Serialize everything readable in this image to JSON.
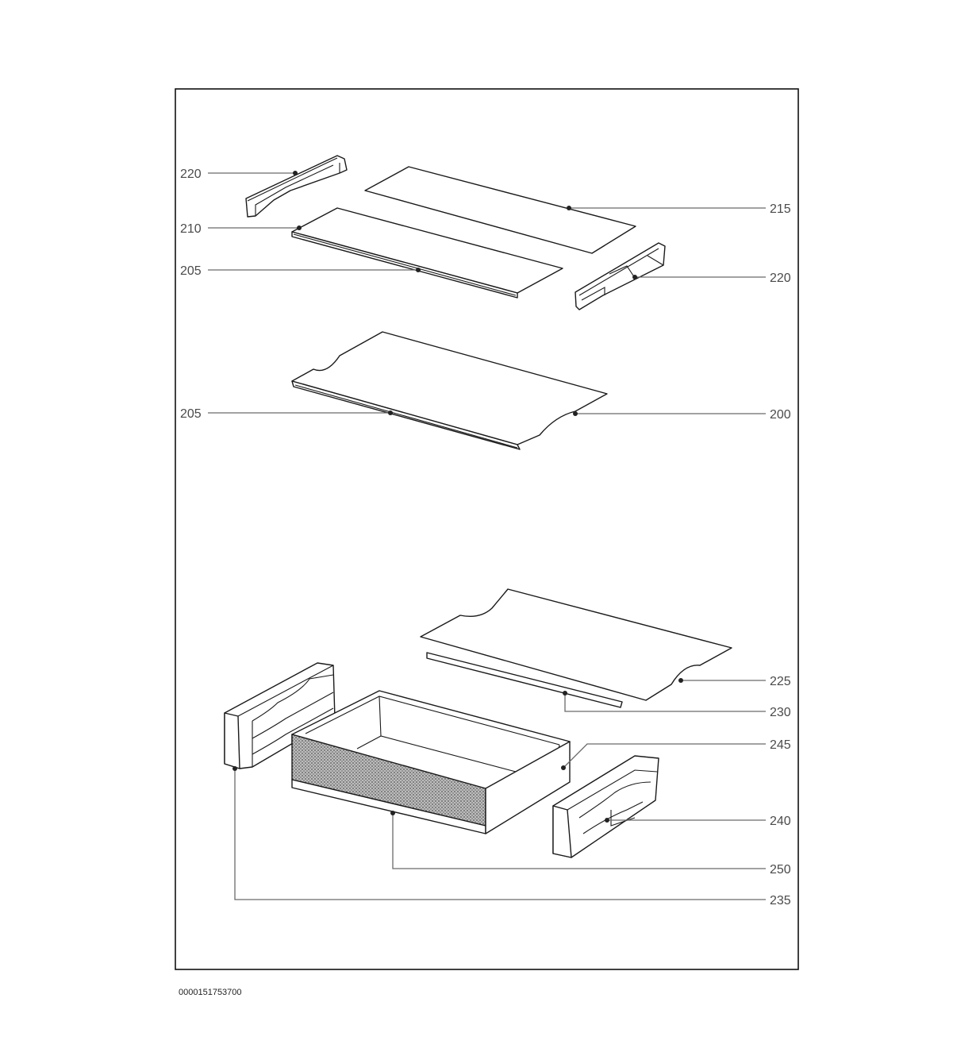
{
  "document_number": "0000151753700",
  "callouts": [
    {
      "id": "c1",
      "label": "220"
    },
    {
      "id": "c2",
      "label": "210"
    },
    {
      "id": "c3",
      "label": "205"
    },
    {
      "id": "c4",
      "label": "215"
    },
    {
      "id": "c5",
      "label": "220"
    },
    {
      "id": "c6",
      "label": "205"
    },
    {
      "id": "c7",
      "label": "200"
    },
    {
      "id": "c8",
      "label": "225"
    },
    {
      "id": "c9",
      "label": "230"
    },
    {
      "id": "c10",
      "label": "245"
    },
    {
      "id": "c11",
      "label": "240"
    },
    {
      "id": "c12",
      "label": "250"
    },
    {
      "id": "c13",
      "label": "235"
    }
  ]
}
